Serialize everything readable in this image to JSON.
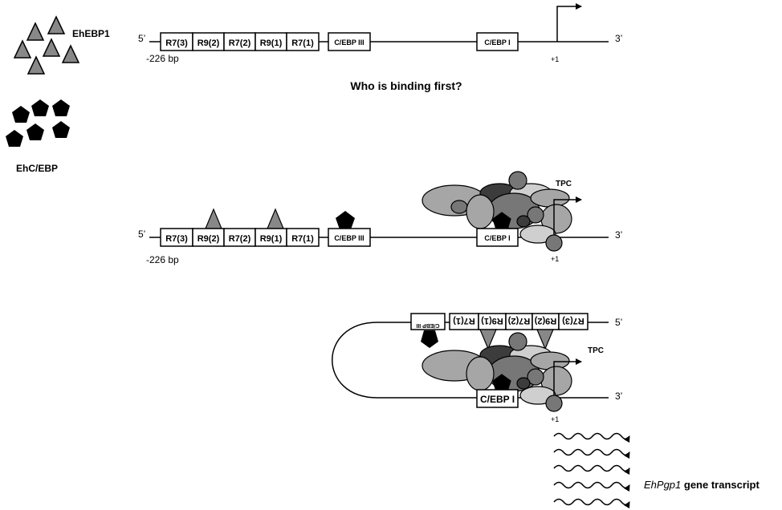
{
  "legend": {
    "ebp1_label": "EhEBP1",
    "cebp_label": "EhC/EBP"
  },
  "promoter": {
    "five_prime": "5’",
    "three_prime": "3’",
    "position_label": "-226 bp",
    "tss_label": "+1",
    "repeats": [
      "R7(3)",
      "R9(2)",
      "R7(2)",
      "R9(1)",
      "R7(1)"
    ],
    "cebp3": "C/EBP  III",
    "cebp1": "C/EBP  I",
    "cebp1_lower": "C/EBP I",
    "cebp3_flipped": "C/EBP III"
  },
  "question": "Who is binding first?",
  "tpc_label": "TPC",
  "transcript": {
    "gene": "EhPgp1",
    "suffix": " gene transcript"
  },
  "colors": {
    "triangle": "#888888",
    "pentagon": "#000000",
    "dark_gray": "#3c3c3c",
    "mid_gray": "#777777",
    "light_gray": "#a6a6a6",
    "pale_gray": "#cfcfcf"
  }
}
